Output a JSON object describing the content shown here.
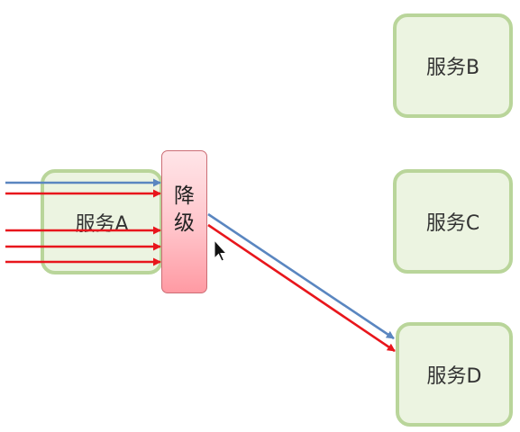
{
  "services": {
    "a": "服务A",
    "b": "服务B",
    "c": "服务C",
    "d": "服务D"
  },
  "degrade": {
    "char1": "降",
    "char2": "级"
  },
  "colors": {
    "service_fill": "#ecf4e1",
    "service_border": "#b9d59a",
    "request_red": "#e8161c",
    "request_blue": "#5a86c0",
    "degrade_fill": "#ffc4ca"
  }
}
